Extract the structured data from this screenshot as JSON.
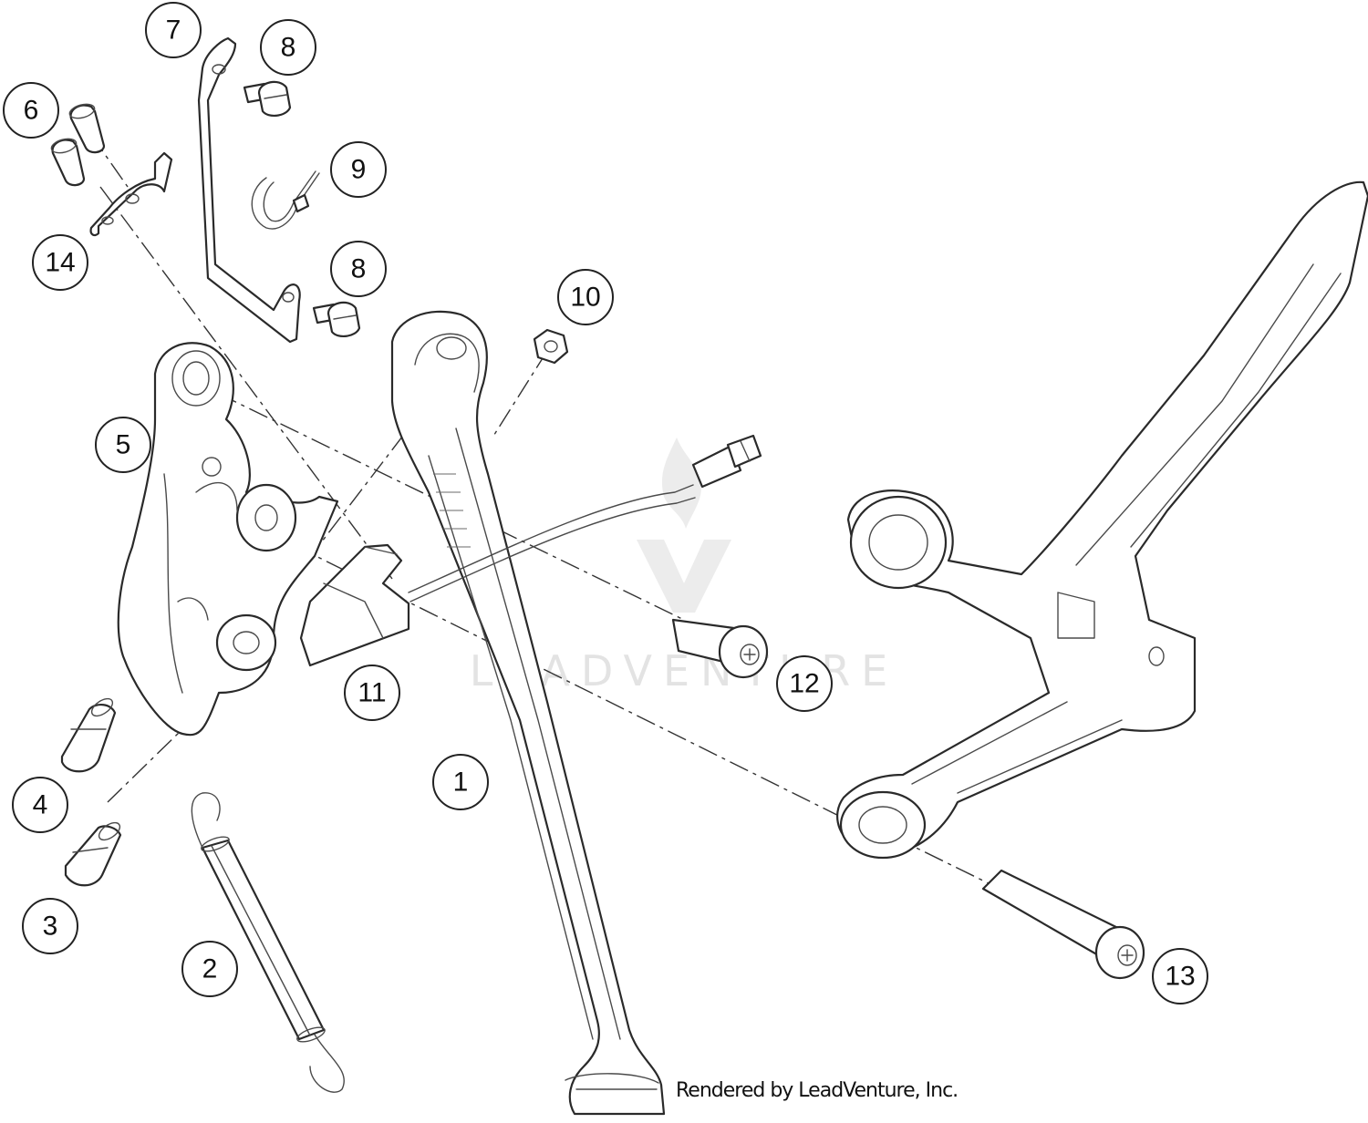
{
  "diagram": {
    "watermark": "LEADVENTURE",
    "credit": "Rendered by LeadVenture, Inc.",
    "callouts": [
      "1",
      "2",
      "3",
      "4",
      "5",
      "6",
      "7",
      "8",
      "8",
      "9",
      "10",
      "11",
      "12",
      "13",
      "14"
    ]
  }
}
